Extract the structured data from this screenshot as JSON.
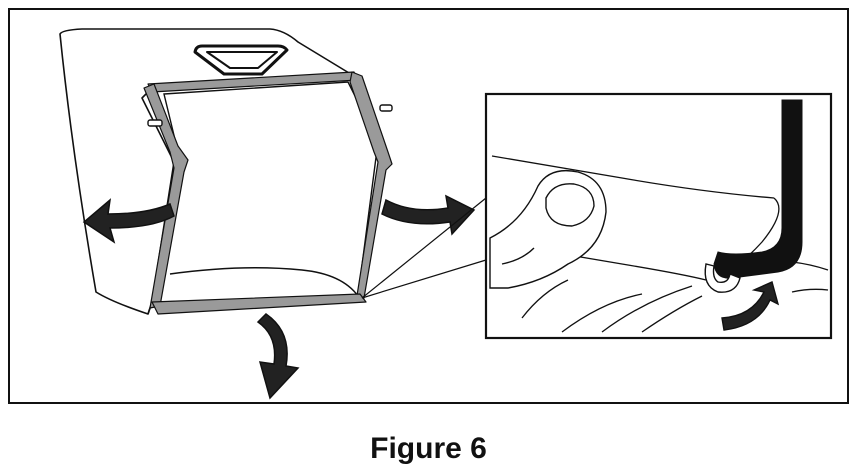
{
  "caption": "Figure 6",
  "colors": {
    "ink": "#111111",
    "frame_rail": "#9a9a9a",
    "paper": "#ffffff"
  },
  "icons": [
    "bag-frame-illustration",
    "removal-arrow-icon",
    "detail-inset",
    "thumb-illustration",
    "frame-rail-icon",
    "hook-arrow-icon"
  ]
}
